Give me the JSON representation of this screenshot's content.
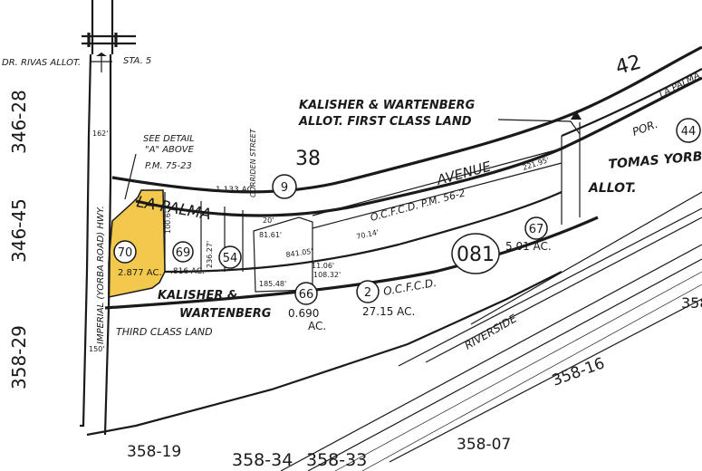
{
  "colors": {
    "ink": "#1a1a1a",
    "highlight": "#f2c94c",
    "paper": "#ffffff"
  },
  "side_book_pages": {
    "top": "346-28",
    "middle": "346-45",
    "bottom": "358-29"
  },
  "bottom_book_pages": {
    "left": "358-19",
    "center_left": "358-34",
    "center_right": "358-33",
    "right": "358-07"
  },
  "right_book_pages": {
    "middle": "358-16",
    "edge": "358"
  },
  "map_labels": {
    "rivas_allot": "DR. RIVAS ALLOT.",
    "sta": "STA. 5",
    "area_42": "42",
    "area_38": "38",
    "kalisher_top_1": "KALISHER & WARTENBERG",
    "kalisher_top_2": "ALLOT. FIRST CLASS LAND",
    "see_detail_1": "SEE DETAIL",
    "see_detail_2": "\"A\" ABOVE",
    "see_detail_3": "P.M. 75-23",
    "imperial_hwy": "IMPERIAL (YORBA ROAD) HWY.",
    "la_palma": "LA PALMA",
    "avenue": "AVENUE",
    "la_palma_east": "LA PALMA",
    "cobblestone": "CORRIDEN STREET",
    "ocfcd_pm": "O.C.F.C.D. P.M. 56-2",
    "ocfcd": "O.C.F.C.D.",
    "tomas_yorba": "TOMAS YORBA",
    "allot": "ALLOT.",
    "por": "POR.",
    "kalisher_bottom_1": "KALISHER &",
    "kalisher_bottom_2": "WARTENBERG",
    "third_class": "THIRD CLASS LAND",
    "riverside": "RIVERSIDE",
    "book_081": "081"
  },
  "parcels": {
    "p70": "70",
    "p69": "69",
    "p54": "54",
    "p9": "9",
    "p66": "66",
    "p2": "2",
    "p67": "67",
    "p44": "44"
  },
  "acreage": {
    "a1133": "1.133 AC.",
    "a2877": "2.877 AC.",
    "a816": ".816 AC.",
    "a0690": "0.690",
    "a0690_unit": "AC.",
    "a2715": "27.15 AC.",
    "a501": "5.01 AC."
  },
  "dimensions": {
    "d162": "162'",
    "d150": "150'",
    "d1133": "1.133",
    "d841": "841.05'",
    "d185": "185.48'",
    "d108": "108.32'",
    "d11": "11.06'",
    "d70": "70.14'",
    "d81": "81.61'",
    "d236": "236.27'",
    "d20": "20'",
    "d1006": "100.6'",
    "d221": "221.95'"
  }
}
